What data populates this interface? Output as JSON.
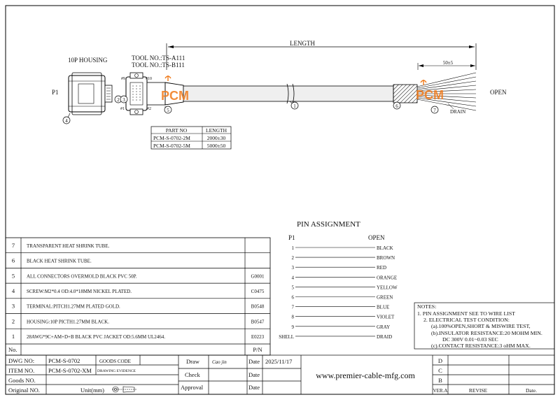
{
  "drawing": {
    "length_label": "LENGTH",
    "housing_label": "10P HOUSING",
    "tool_1": "TOOL NO.:TS-A111",
    "tool_2": "TOOL NO.:TS-B111",
    "p1_label": "P1",
    "open_label": "OPEN",
    "strip_dim": "50±5",
    "drain_label": "DRAIN",
    "pin_9": "#9",
    "pin_10": "#10",
    "pin_1": "#1",
    "pin_2": "#2",
    "balloon_2": "2",
    "balloon_3": "3",
    "balloon_4": "4",
    "balloon_5": "5",
    "balloon_1": "1",
    "balloon_6": "6",
    "balloon_7": "7",
    "logo_text": "PCM"
  },
  "length_table": {
    "headers": [
      "PART NO",
      "LENGTH"
    ],
    "rows": [
      [
        "PCM-S-0702-2M",
        "2000±30"
      ],
      [
        "PCM-S-0702-5M",
        "5000±50"
      ]
    ]
  },
  "pin_assignment": {
    "title": "PIN   ASSIGNMENT",
    "col_left": "P1",
    "col_right": "OPEN",
    "rows": [
      {
        "pin": "1",
        "wire": "BLACK"
      },
      {
        "pin": "2",
        "wire": "BROWN"
      },
      {
        "pin": "3",
        "wire": "RED"
      },
      {
        "pin": "4",
        "wire": "ORANGE"
      },
      {
        "pin": "5",
        "wire": "YELLOW"
      },
      {
        "pin": "6",
        "wire": "GREEN"
      },
      {
        "pin": "7",
        "wire": "BLUE"
      },
      {
        "pin": "8",
        "wire": "VIOLET"
      },
      {
        "pin": "9",
        "wire": "GRAY"
      },
      {
        "pin": "SHELL",
        "wire": "DRAID"
      }
    ]
  },
  "notes": {
    "title": "NOTES:",
    "lines": [
      "1.  PIN ASSIGNMENT SEE TO WIRE LIST",
      "2.  ELECTRICAL TEST CONDITION:",
      "(a).100%OPEN,SHORT & MISWIRE TEST,",
      "(b).INSULATOR RESISTANCE:20 MOHM MIN.",
      "DC 300V 0.01~0.03 SEC",
      "(c).CONTACT RESISTANCE:3 oHM MAX."
    ]
  },
  "bom": {
    "rows": [
      {
        "no": "7",
        "desc": "TRANSPARENT HEAT SHRINK TUBE.",
        "pn": ""
      },
      {
        "no": "6",
        "desc": "BLACK HEAT SHRINK TUBE.",
        "pn": ""
      },
      {
        "no": "5",
        "desc": "ALL CONNECTORS OVERMOLD BLACK PVC 50P.",
        "pn": "G0001"
      },
      {
        "no": "4",
        "desc": "SCREW:M2*0.4 OD:4.0*18MM NICKEL PLATED.",
        "pn": "C0475"
      },
      {
        "no": "3",
        "desc": "TERMINAL:PITCH1.27MM PLATED GOLD.",
        "pn": "B0548"
      },
      {
        "no": "2",
        "desc": "HOUSING:10P PICTH1.27MM BLACK.",
        "pn": "B0547"
      },
      {
        "no": "1",
        "desc": "28AWG*9C+AM+D+B BLACK PVC JACKET OD:5.6MM UL2464.",
        "pn": "E0223"
      }
    ],
    "footer_no": "No.",
    "footer_pn": "P/N"
  },
  "title_block": {
    "dwg_no_label": "DWG NO:",
    "dwg_no": "PCM-S-0702",
    "goods_code_label": "GOODS CODE",
    "item_no_label": "ITEM NO.",
    "item_no": "PCM-S-0702-XM",
    "drawing_evidence_label": "DRAWING EVIDENCE",
    "goods_no_label": "Goods NO.",
    "original_no_label": "Original NO.",
    "unit_label": "Unit(mm)",
    "draw_label": "Draw",
    "draw_sign": "Cao jin",
    "check_label": "Check",
    "approval_label": "Approval",
    "date_label": "Date",
    "date_value": "2025/11/17",
    "website": "www.premier-cable-mfg.com",
    "rev_d": "D",
    "rev_c": "C",
    "rev_b": "B",
    "ver_label": "VER.A",
    "revise_label": "REVISE",
    "date_col_label": "Date."
  },
  "colors": {
    "line": "#000000",
    "logo_orange": "#f07a1a",
    "cable_fill": "#e6e6e6"
  }
}
